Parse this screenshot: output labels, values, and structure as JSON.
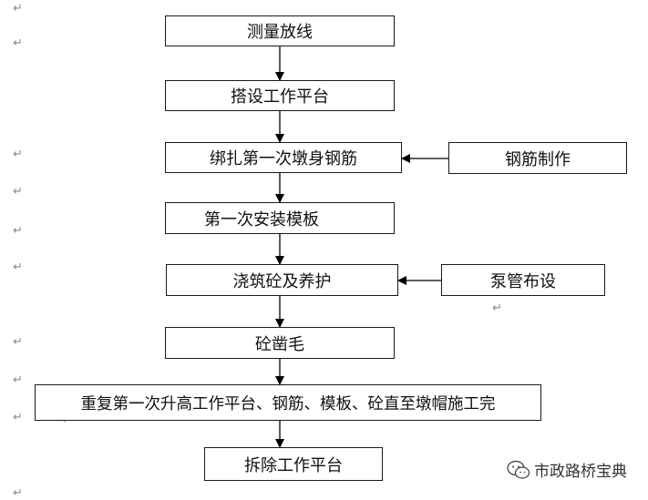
{
  "diagram": {
    "main_steps": [
      "测量放线",
      "搭设工作平台",
      "绑扎第一次墩身钢筋",
      "第一次安装模板",
      "浇筑砼及养护",
      "砼凿毛",
      "重复第一次升高工作平台、钢筋、模板、砼直至墩帽施工完",
      "拆除工作平台"
    ],
    "side_steps": [
      "钢筋制作",
      "泵管布设"
    ]
  },
  "paragraph_mark": "↵",
  "watermark": {
    "text": "市政路桥宝典",
    "icon": "wechat-icon"
  }
}
